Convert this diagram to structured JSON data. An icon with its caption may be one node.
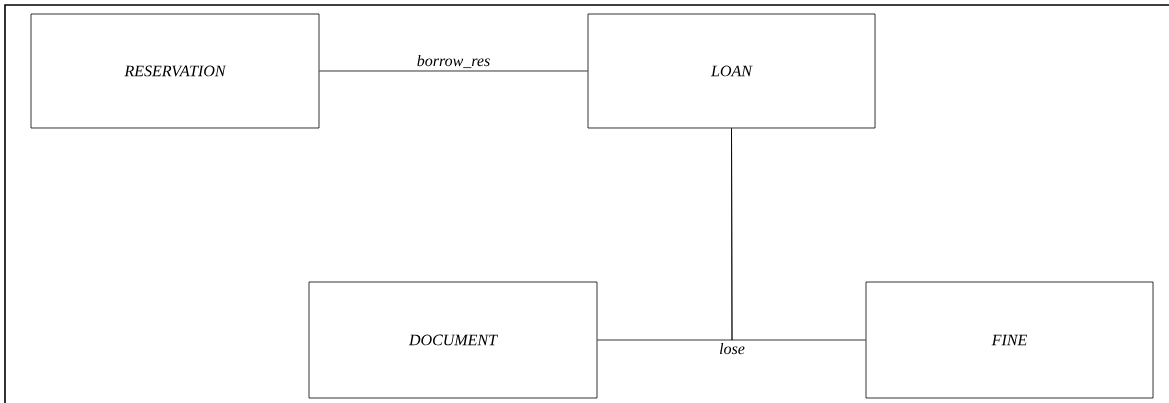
{
  "diagram": {
    "nodes": [
      {
        "text": [
          "RESERVATION"
        ]
      },
      {
        "text": [
          "LOAN"
        ]
      },
      {
        "text": [
          "DOCUMENT"
        ]
      },
      {
        "text": [
          "FINE"
        ]
      }
    ],
    "edges": [
      {
        "from": 0,
        "to": 1,
        "arrow": "none",
        "label": "borrow_res"
      },
      {
        "from": 1,
        "to": 2,
        "arrow": "none",
        "label": "lose"
      },
      {
        "from": 1,
        "to": 3,
        "arrow": "none"
      }
    ]
  }
}
